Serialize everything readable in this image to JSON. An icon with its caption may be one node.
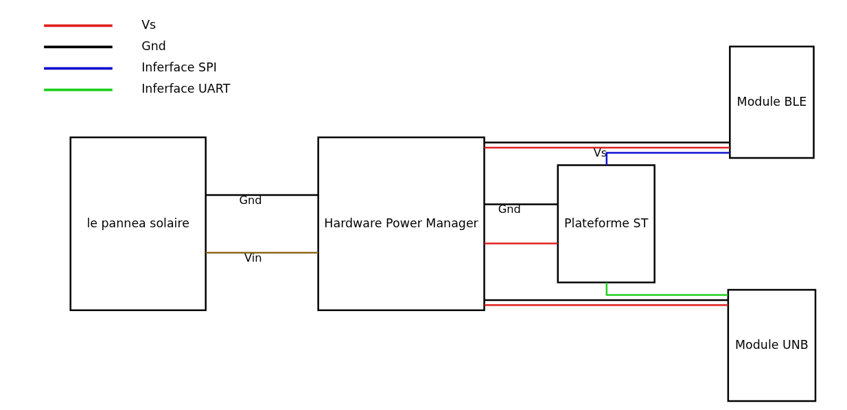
{
  "diagram": {
    "nodes": [
      {
        "text": [
          "le pannea solaire"
        ]
      },
      {
        "text": [
          "Hardware Power Manager"
        ]
      },
      {
        "text": [
          "Plateforme ST"
        ]
      },
      {
        "text": [
          "Module BLE"
        ]
      },
      {
        "text": [
          "Module UNB"
        ]
      }
    ],
    "edges": [
      {
        "from": 0,
        "to": 1,
        "arrow": "none",
        "label": "Vin",
        "color": "#8b6914"
      },
      {
        "from": 0,
        "to": 1,
        "arrow": "none",
        "label": "Gnd"
      },
      {
        "from": 1,
        "to": 2,
        "arrow": "none",
        "color": "#e02020"
      },
      {
        "from": 1,
        "to": 3,
        "arrow": "none",
        "label": "Vs",
        "color": "#e02020"
      },
      {
        "from": 1,
        "to": 4,
        "arrow": "none",
        "color": "#e02020"
      },
      {
        "from": 2,
        "to": 3,
        "arrow": "none",
        "color": "#1010d0"
      },
      {
        "from": 2,
        "to": 4,
        "arrow": "none",
        "color": "#20d020"
      },
      {
        "from": 1,
        "to": 2,
        "arrow": "none",
        "label": "Gnd"
      },
      {
        "from": 1,
        "to": 3,
        "arrow": "none"
      },
      {
        "from": 1,
        "to": 4,
        "arrow": "none"
      }
    ],
    "legend": [
      {
        "text": "Vs",
        "color": "#e02020"
      },
      {
        "text": "Gnd",
        "color": "#000000"
      },
      {
        "text": "Inferface SPI",
        "color": "#1010d0"
      },
      {
        "text": "Inferface UART",
        "color": "#20d020"
      }
    ]
  }
}
